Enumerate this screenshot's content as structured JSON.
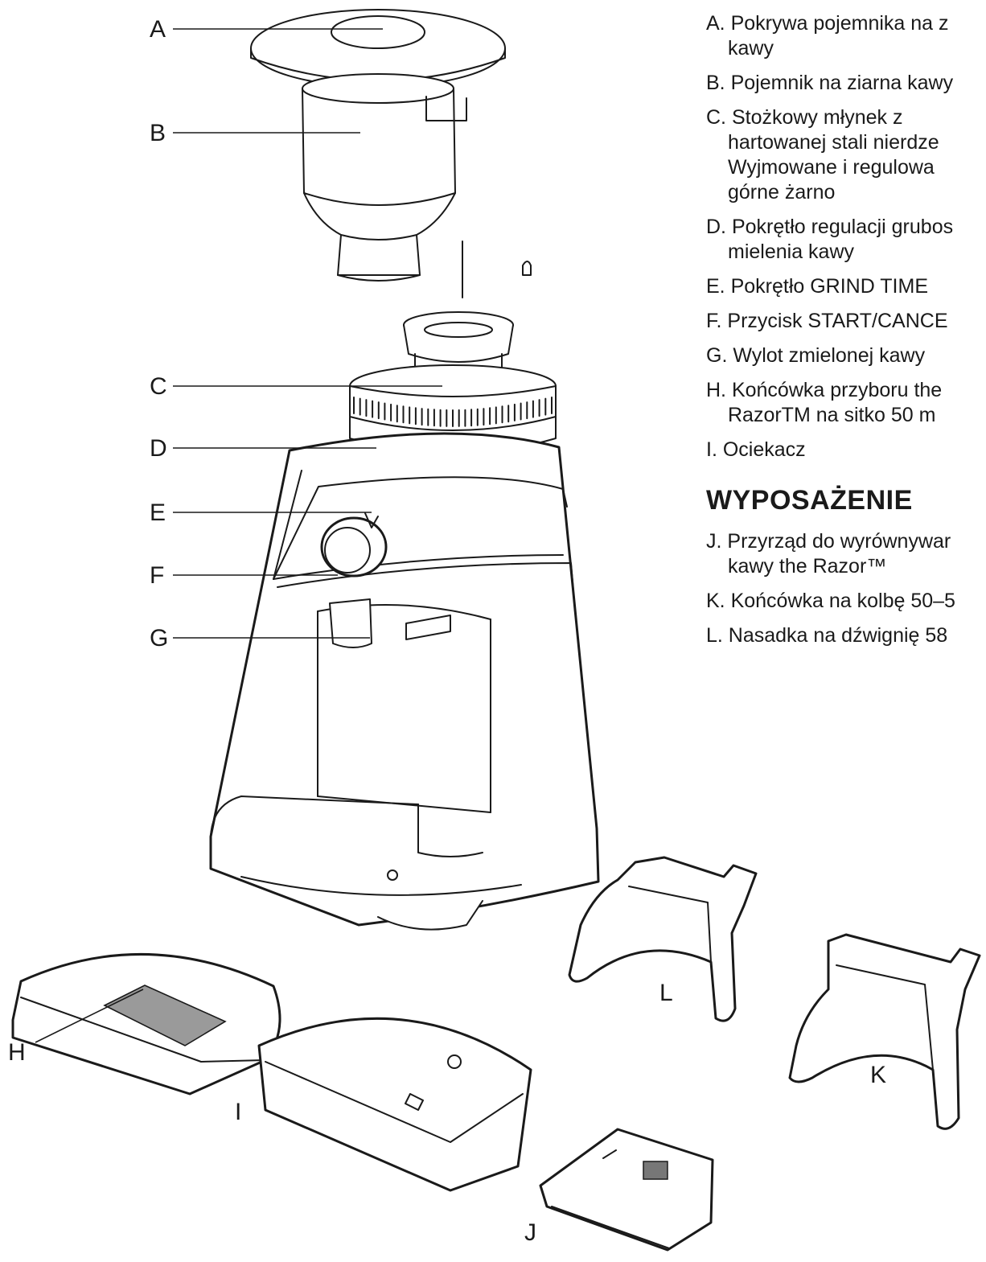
{
  "callouts": {
    "A": "A",
    "B": "B",
    "C": "C",
    "D": "D",
    "E": "E",
    "F": "F",
    "G": "G",
    "H": "H",
    "I": "I",
    "J": "J",
    "K": "K",
    "L": "L"
  },
  "legend": {
    "parts": [
      {
        "line1": "A. Pokrywa pojemnika na z",
        "line2": "kawy"
      },
      {
        "line1": "B. Pojemnik na ziarna kawy"
      },
      {
        "line1": "C. Stożkowy młynek z",
        "line2": "hartowanej stali nierdze",
        "line3": "Wyjmowane i regulowa",
        "line4": "górne żarno"
      },
      {
        "line1": "D. Pokrętło regulacji grubos",
        "line2": "mielenia kawy"
      },
      {
        "line1": "E. Pokrętło GRIND TIME"
      },
      {
        "line1": "F. Przycisk START/CANCE"
      },
      {
        "line1": "G. Wylot zmielonej kawy"
      },
      {
        "line1": "H. Końcówka przyboru the",
        "line2": "RazorTM na sitko 50 m"
      },
      {
        "line1": "I. Ociekacz"
      }
    ],
    "accessories_heading": "WYPOSAŻENIE",
    "accessories": [
      {
        "line1": "J. Przyrząd do wyrównywar",
        "line2": "kawy the Razor™"
      },
      {
        "line1": "K. Końcówka na kolbę 50–5"
      },
      {
        "line1": "L. Nasadka na dźwignię 58"
      }
    ]
  }
}
